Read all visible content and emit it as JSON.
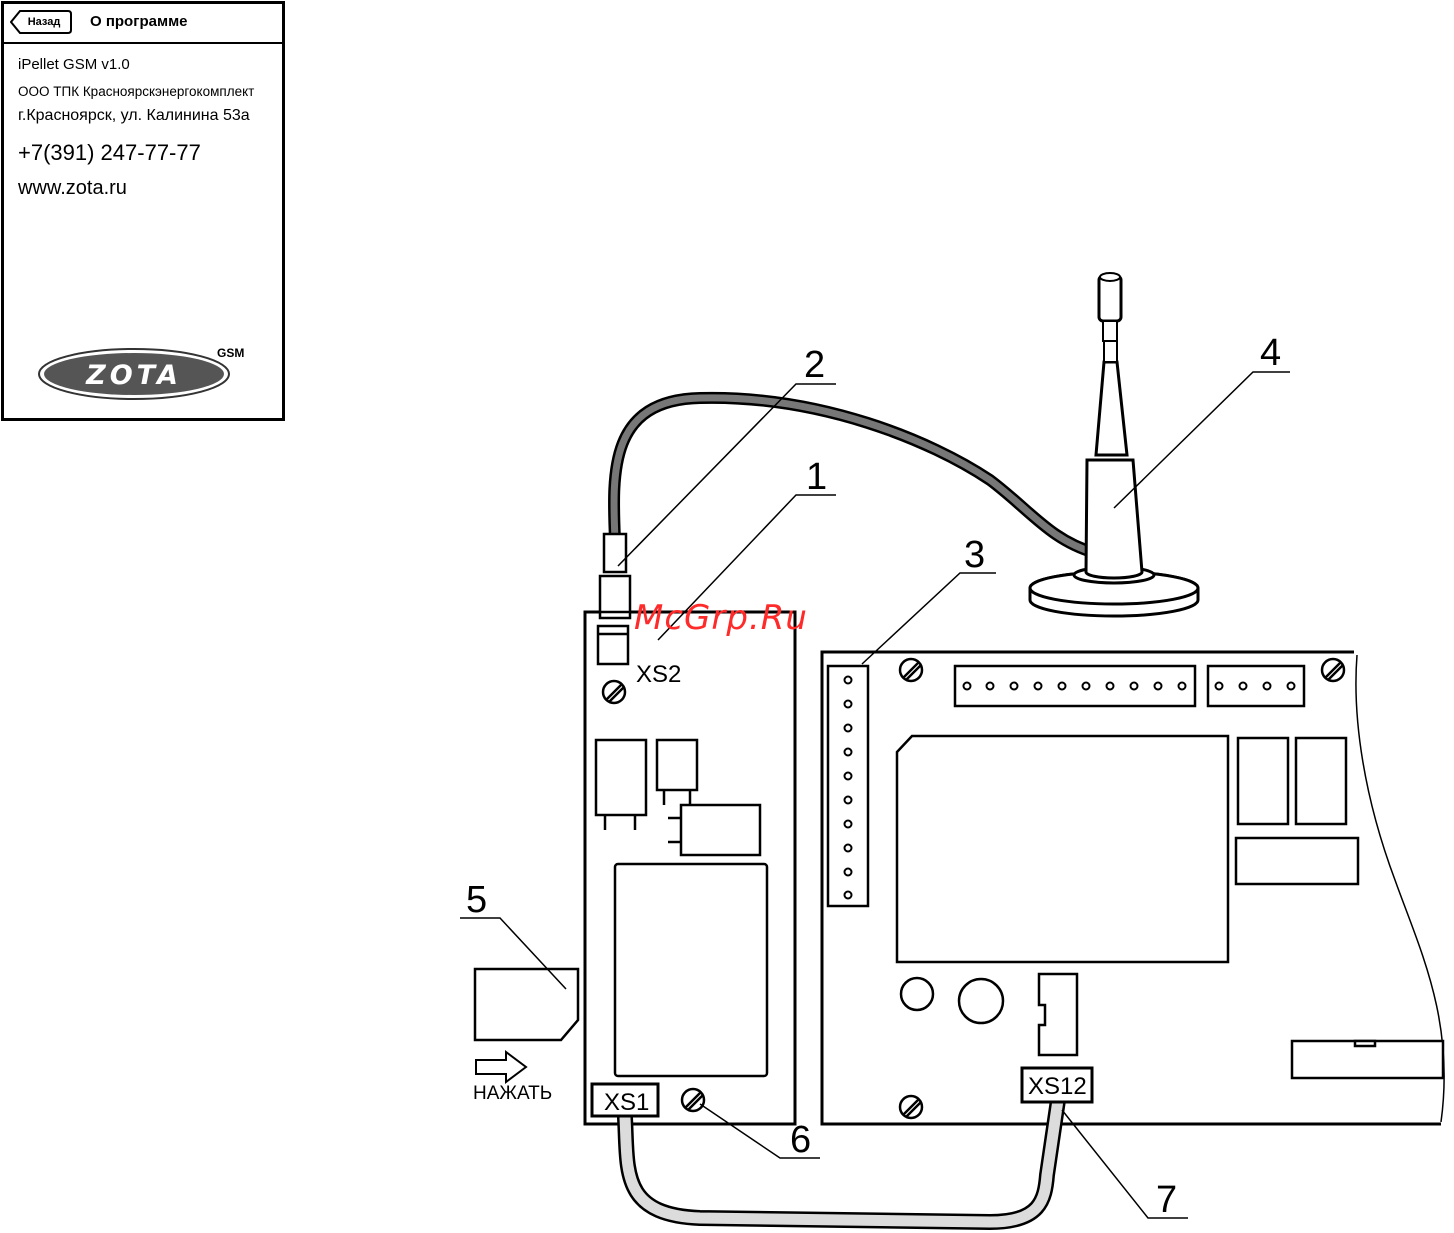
{
  "screen": {
    "back_label": "Назад",
    "title": "О программе",
    "lines": [
      "iPellet GSM v1.0",
      "ООО ТПК Красноярскэнергокомплект",
      "г.Красноярск, ул. Калинина 53а",
      "+7(391) 247-77-77",
      "www.zota.ru"
    ],
    "logo_text": "ZOTA",
    "logo_sup": "GSM"
  },
  "diagram": {
    "callouts": [
      "1",
      "2",
      "3",
      "4",
      "5",
      "6",
      "7"
    ],
    "connectors": {
      "xs1": "XS1",
      "xs2": "XS2",
      "xs12": "XS12"
    },
    "press_label": "НАЖАТЬ"
  },
  "watermark": "McGrp.Ru"
}
